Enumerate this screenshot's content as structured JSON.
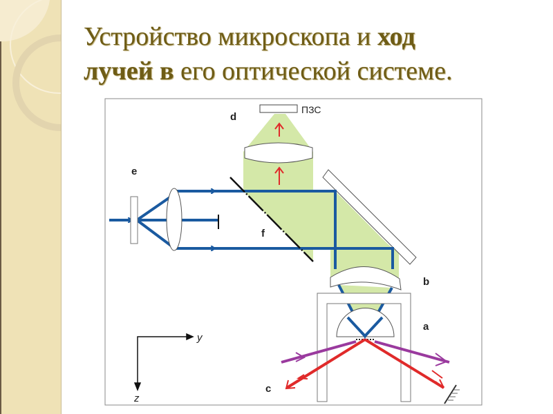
{
  "title": {
    "line1_normal": "Устройство микроскопа и ",
    "line1_bold": "ход",
    "line2_bold": "лучей в",
    "line2_normal": " его оптической системе."
  },
  "diagram": {
    "labels": {
      "a": "a",
      "b": "b",
      "c": "c",
      "d": "d",
      "e": "e",
      "f": "f",
      "ccd": "ПЗС"
    },
    "axes": {
      "y": "y",
      "z": "z"
    },
    "colors": {
      "beam_blue": "#1a5aa0",
      "light_green": "#d4e8a8",
      "red": "#e02a2a",
      "purple": "#9a3a9e",
      "title": "#6e5c16"
    }
  }
}
